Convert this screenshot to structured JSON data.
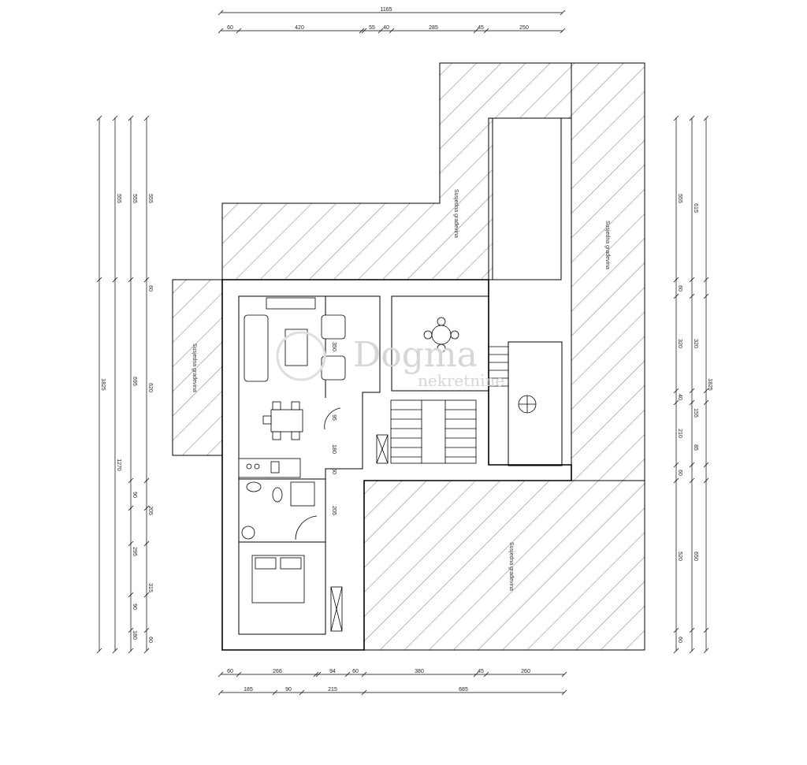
{
  "dimensions": {
    "top_total": "1165",
    "top_row": [
      "60",
      "420",
      "55",
      "40",
      "285",
      "45",
      "250"
    ],
    "bottom_row1": [
      "60",
      "266",
      "94",
      "60",
      "380",
      "45",
      "260"
    ],
    "bottom_row2": [
      "185",
      "90",
      "215",
      "685"
    ],
    "left_total": "1825",
    "left_col2": [
      "555",
      "1270"
    ],
    "left_col3": [
      "555",
      "695",
      "90",
      "295",
      "90",
      "180"
    ],
    "left_col4": [
      "555",
      "60",
      "620",
      "205",
      "315",
      "60"
    ],
    "left_inner": [
      "350",
      "95",
      "180",
      "50",
      "205"
    ],
    "right_total": "1825",
    "right_col1": [
      "555",
      "60",
      "320",
      "40",
      "210",
      "60",
      "520",
      "60"
    ],
    "right_col2": [
      "615",
      "320",
      "155",
      "85",
      "650"
    ]
  },
  "labels": {
    "neighbor": "Susjedna građevina"
  },
  "watermark": {
    "brand": "Dogma",
    "tagline": "nekretnine"
  }
}
